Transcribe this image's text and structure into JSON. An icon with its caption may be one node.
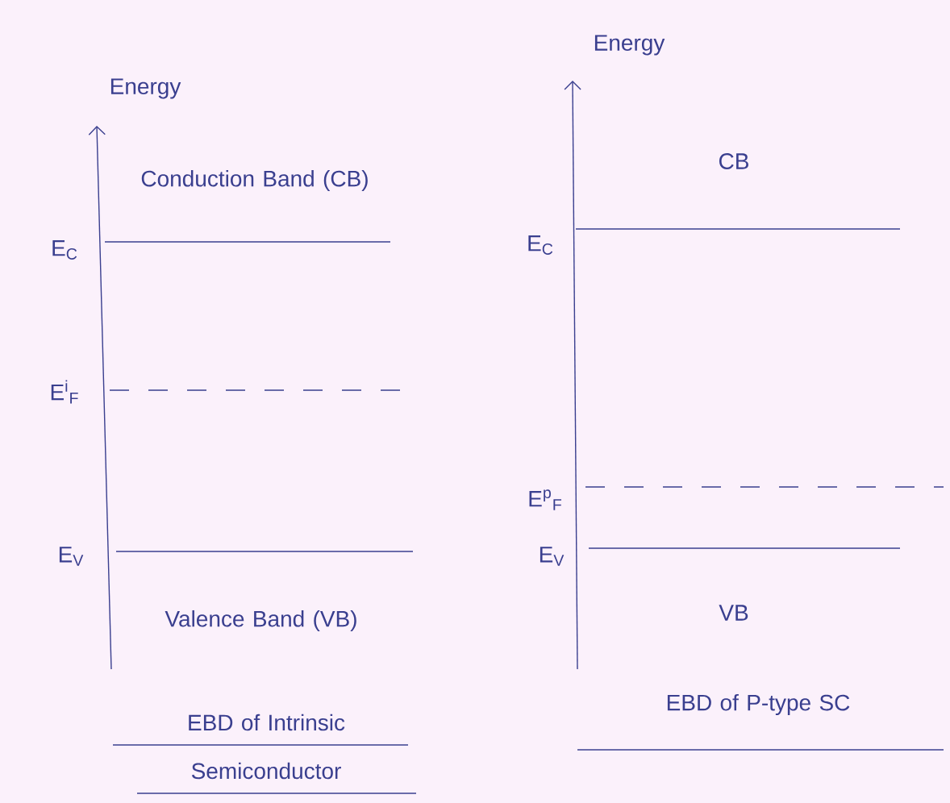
{
  "diagram": {
    "labels": [
      "Energy",
      "Conduction Band (CB)",
      "E$_{C}$",
      "E$^{i}$$_{F}$",
      "E$_{V}$",
      "Valence Band (VB)",
      "EBD of Intrinsic Semiconductor",
      "Energy",
      "CB",
      "E$_{C}$",
      "E$^{p}$$_{F}$",
      "E$_{V}$",
      "VB",
      "EBD of P-type SC"
    ]
  }
}
